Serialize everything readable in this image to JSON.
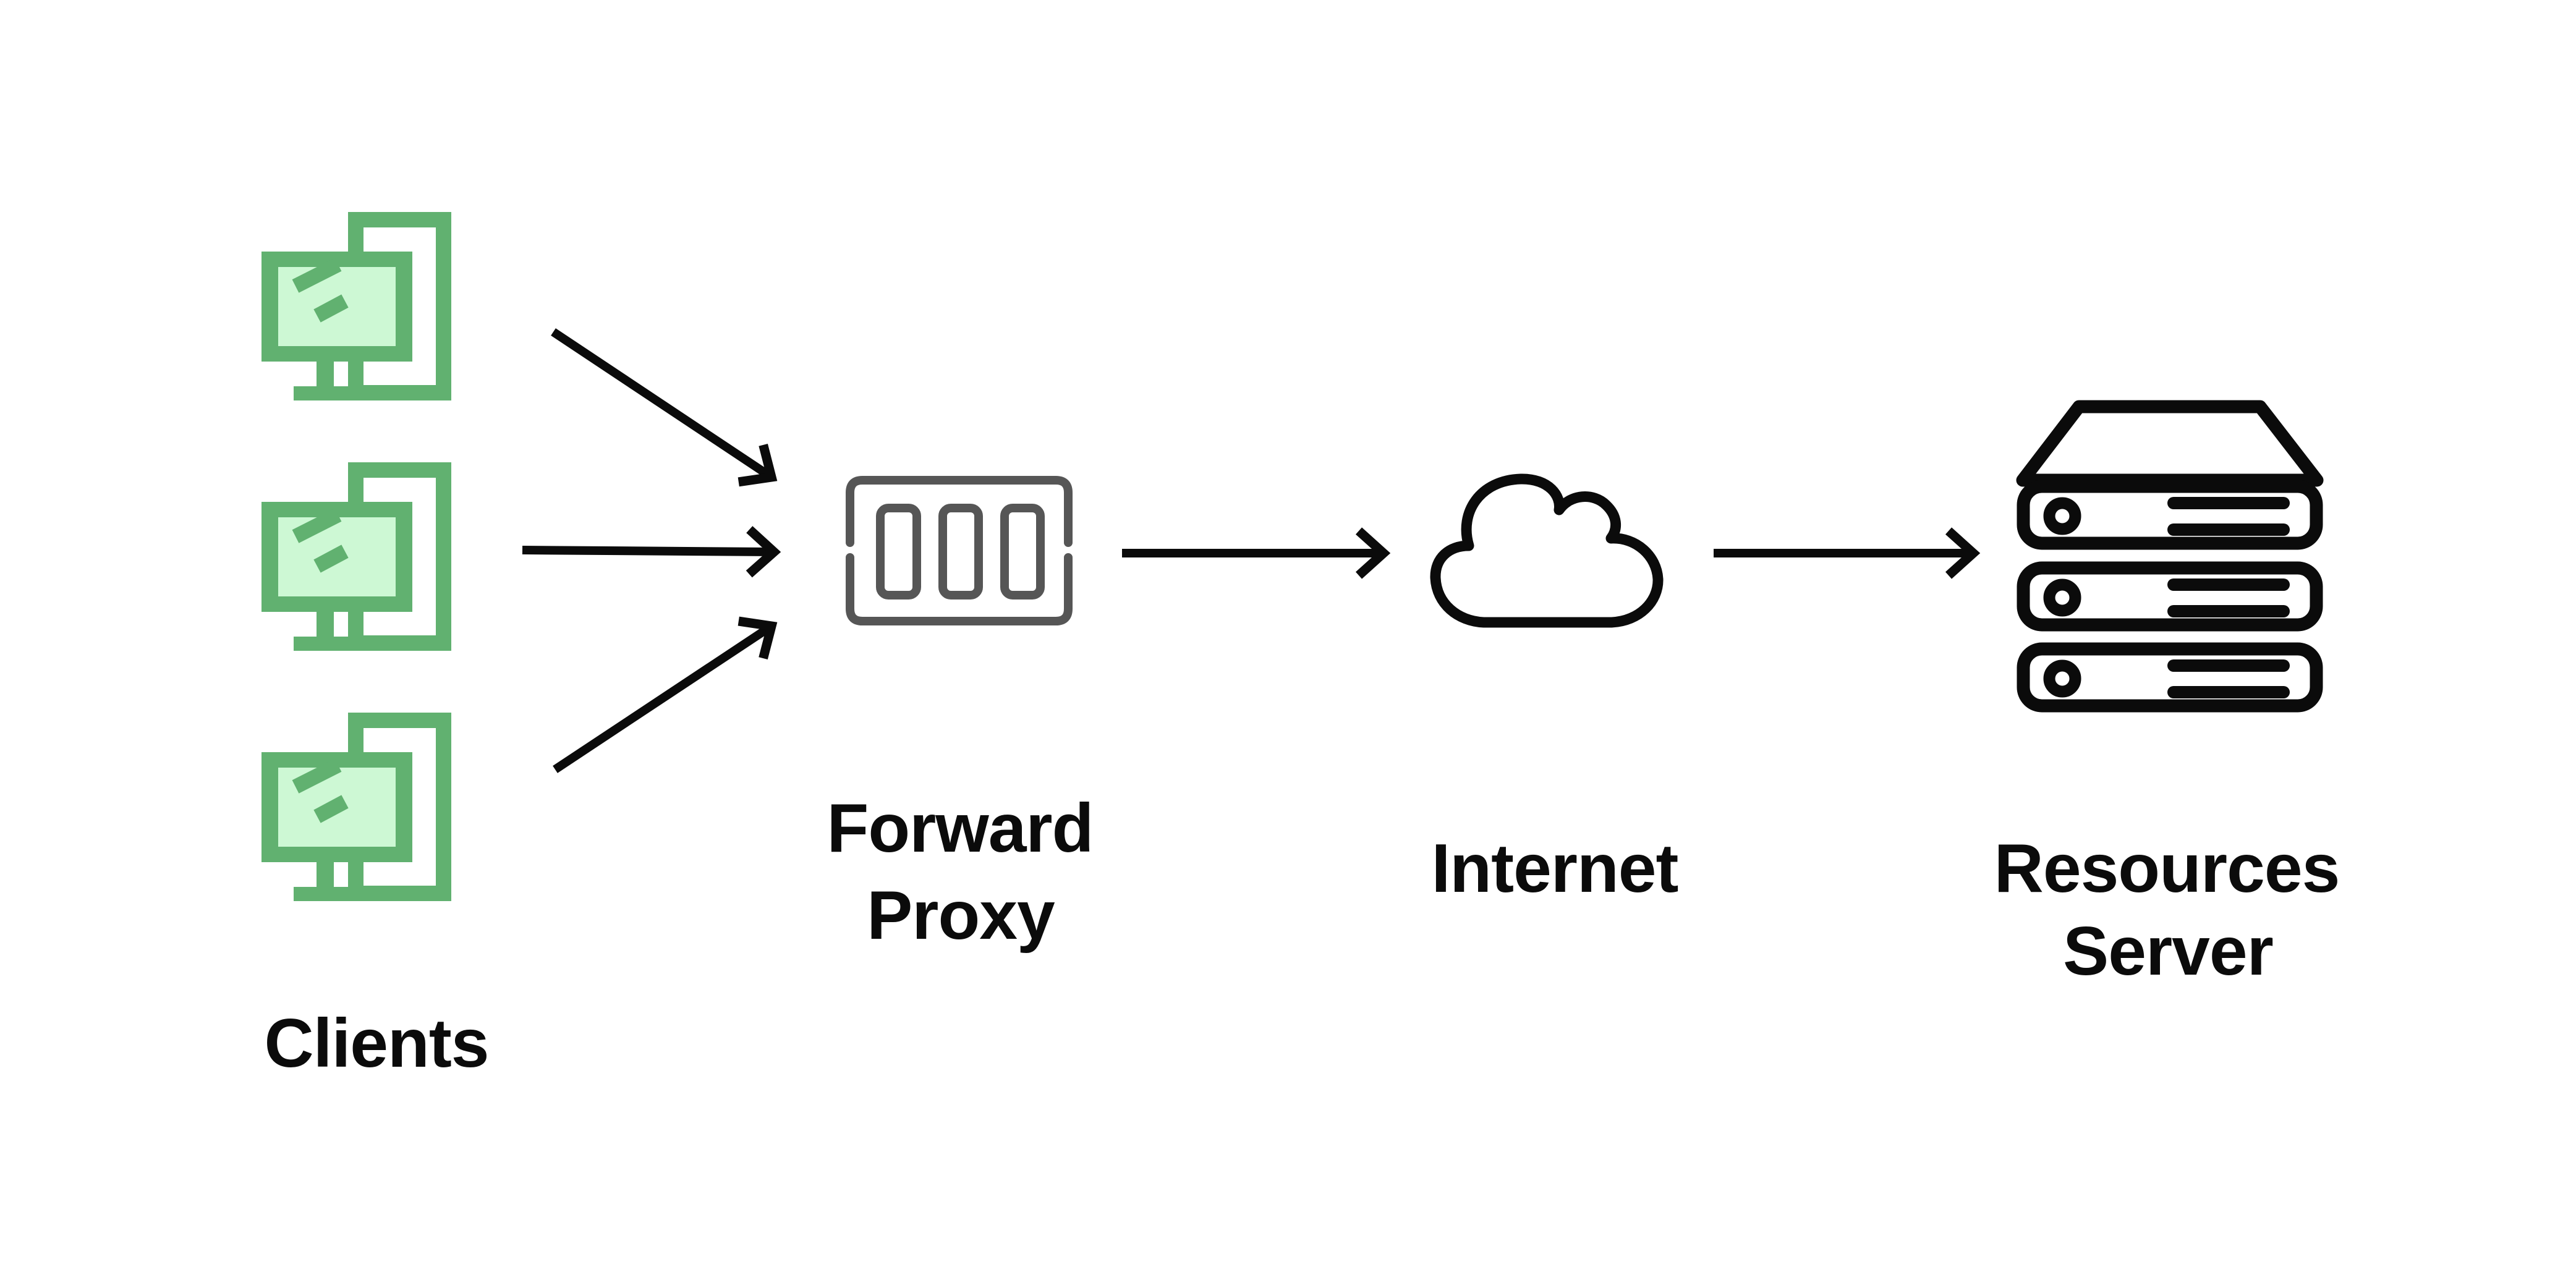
{
  "diagram": {
    "nodes": {
      "clients": {
        "label": "Clients",
        "count": 3
      },
      "forward_proxy": {
        "label_line1": "Forward",
        "label_line2": "Proxy"
      },
      "internet": {
        "label": "Internet"
      },
      "resources_server": {
        "label_line1": "Resources",
        "label_line2": "Server"
      }
    },
    "edges": [
      {
        "from": "client-1",
        "to": "forward-proxy"
      },
      {
        "from": "client-2",
        "to": "forward-proxy"
      },
      {
        "from": "client-3",
        "to": "forward-proxy"
      },
      {
        "from": "forward-proxy",
        "to": "internet"
      },
      {
        "from": "internet",
        "to": "resources-server"
      }
    ],
    "colors": {
      "client_green": "#61b170",
      "client_screen_green": "#cdf8d4",
      "proxy_gray": "#565656",
      "ink": "#0b0b0b",
      "background": "#ffffff"
    }
  }
}
